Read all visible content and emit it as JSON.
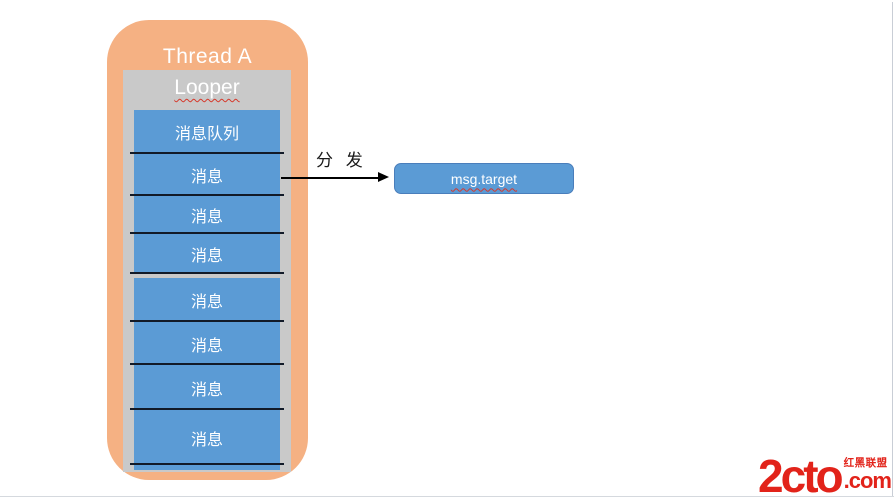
{
  "diagram": {
    "thread_label": "Thread A",
    "looper_label": "Looper",
    "queue_items": [
      "消息队列",
      "消息",
      "消息",
      "消息",
      "消息",
      "消息",
      "消息",
      "消息"
    ],
    "dispatch_label": "分 发",
    "target_label": "msg.target"
  },
  "colors": {
    "container_orange": "#F5B183",
    "looper_gray": "#C9C9C9",
    "box_blue": "#5B9BD5",
    "separator_dark": "#121A28",
    "target_border_blue": "#4A7EBB",
    "squiggle_red": "#D6382A",
    "logo_red": "#E2231A",
    "page_edge_gray": "#D5D9DE"
  },
  "logo": {
    "brand": "2cto",
    "tagline": "红黑联盟",
    "domain_suffix": ".com"
  }
}
